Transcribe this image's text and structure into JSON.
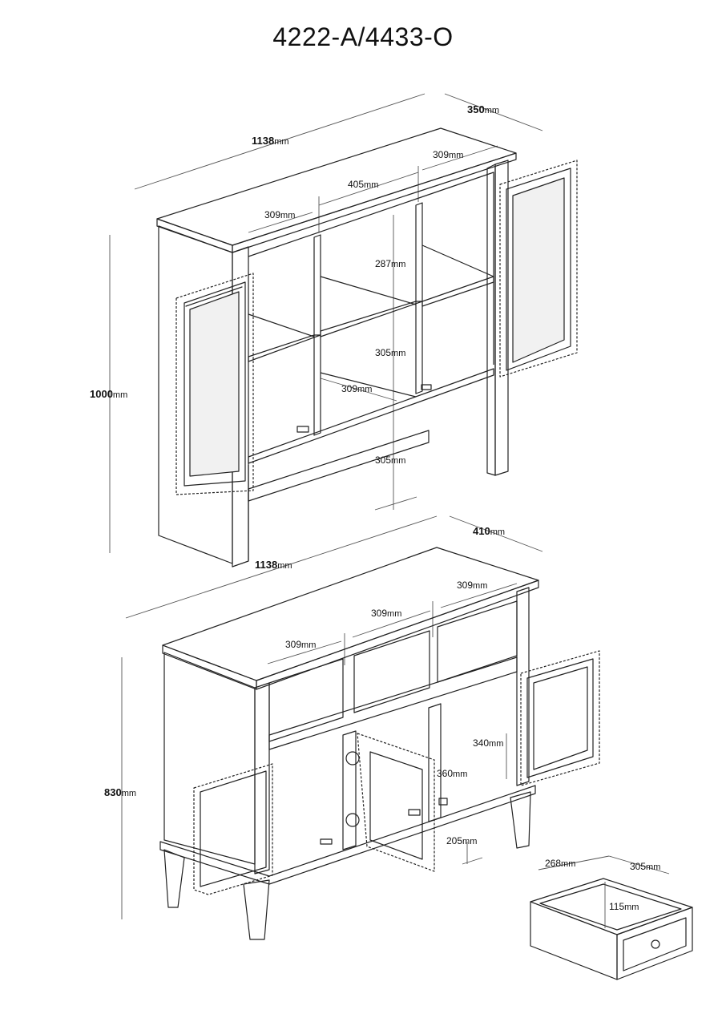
{
  "title": "4222-A/4433-O",
  "unit": "mm",
  "upper": {
    "width": "1138",
    "depth": "350",
    "height": "1000",
    "dims": [
      "309",
      "405",
      "309",
      "287",
      "305",
      "309",
      "305"
    ]
  },
  "lower": {
    "width": "1138",
    "depth": "410",
    "height": "830",
    "dims": [
      "309",
      "309",
      "309",
      "340",
      "360",
      "205"
    ]
  },
  "drawer": {
    "depth": "268",
    "width": "305",
    "height": "115"
  }
}
